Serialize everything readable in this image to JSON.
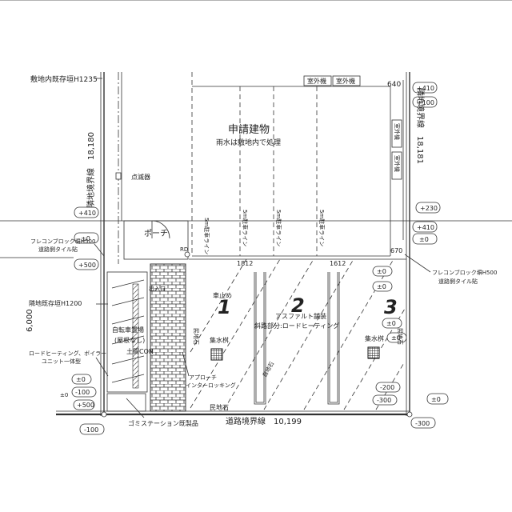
{
  "labels": {
    "site_neighbor_hedge": "敷地内既存垣H1235",
    "left_boundary": "隣地境界線　18,180",
    "right_boundary": "隣地境界線　18,181",
    "building_title": "申請建物",
    "building_note": "雨水は敷地内で処理",
    "blink_light": "点滅器",
    "porch": "ポーチ",
    "entrance_arrow": "出入口",
    "rd": "RD",
    "outdoor_unit_1": "室外機",
    "outdoor_unit_2": "室外機",
    "outdoor_unit_v1": "室外機",
    "outdoor_unit_v2": "室外機",
    "dim_640": "640",
    "dim_1812": "1812",
    "dim_1612": "1612",
    "dim_670": "670",
    "parking_line_1": "5m駐車ライン",
    "parking_line_2": "5m駐車ライン",
    "parking_line_3": "5m駐車ライン",
    "parking_line_4": "5m駐車ライン",
    "block_wall_left": "フレコンブロック塀H500",
    "road_tile_left": "道路側タイル貼",
    "block_wall_right": "フレコンブロック塀H500",
    "road_tile_right": "道路側タイル貼",
    "neighbor_hedge_1200": "隣地既存垣H1200",
    "dim_6000": "6,000",
    "bike_parking": "自転車置場",
    "bike_parking_note": "(屋根なし)",
    "con_label": "土間CON",
    "road_heating": "ロードヒーティング、ボイラー",
    "road_heating_unit": "ユニット一体型",
    "car_stop": "車止め",
    "asphalt": "アスファルト舗装",
    "slope_heating": "斜路部分:ロードヒーティング",
    "catch_basin_1": "集水桝",
    "catch_basin_2": "集水桝",
    "curb_left": "民地石",
    "curb_right": "民地石",
    "curb_bottom": "民地石",
    "approach": "アプローチ",
    "interlocking": "インターロッキング",
    "curb_mid": "自地石",
    "garbage_station": "ゴミステーション既製品",
    "road_boundary": "道路境界線　10,199",
    "lvl_p410_tr": "+410",
    "lvl_p100_tr": "+100",
    "lvl_p410_l": "+410",
    "lvl_pm0_l1": "±0",
    "lvl_p500_l": "+500",
    "lvl_p230_r": "+230",
    "lvl_p410_r": "+410",
    "lvl_pm0_r1": "±0",
    "lvl_pm0_mid1": "±0",
    "lvl_pm0_mid2": "±0",
    "lvl_pm0_r2": "±0",
    "lvl_pm0_r3": "±0",
    "lvl_pm0_l2": "±0",
    "lvl_pm0_l3": "±0",
    "lvl_m100_l": "-100",
    "lvl_p500_l2": "+500",
    "lvl_m100_bl": "-100",
    "lvl_m200": "-200",
    "lvl_m300": "-300",
    "lvl_pm0_br": "±0",
    "lvl_m300_br": "-300",
    "space_1": "1",
    "space_2": "2",
    "space_3": "3"
  }
}
